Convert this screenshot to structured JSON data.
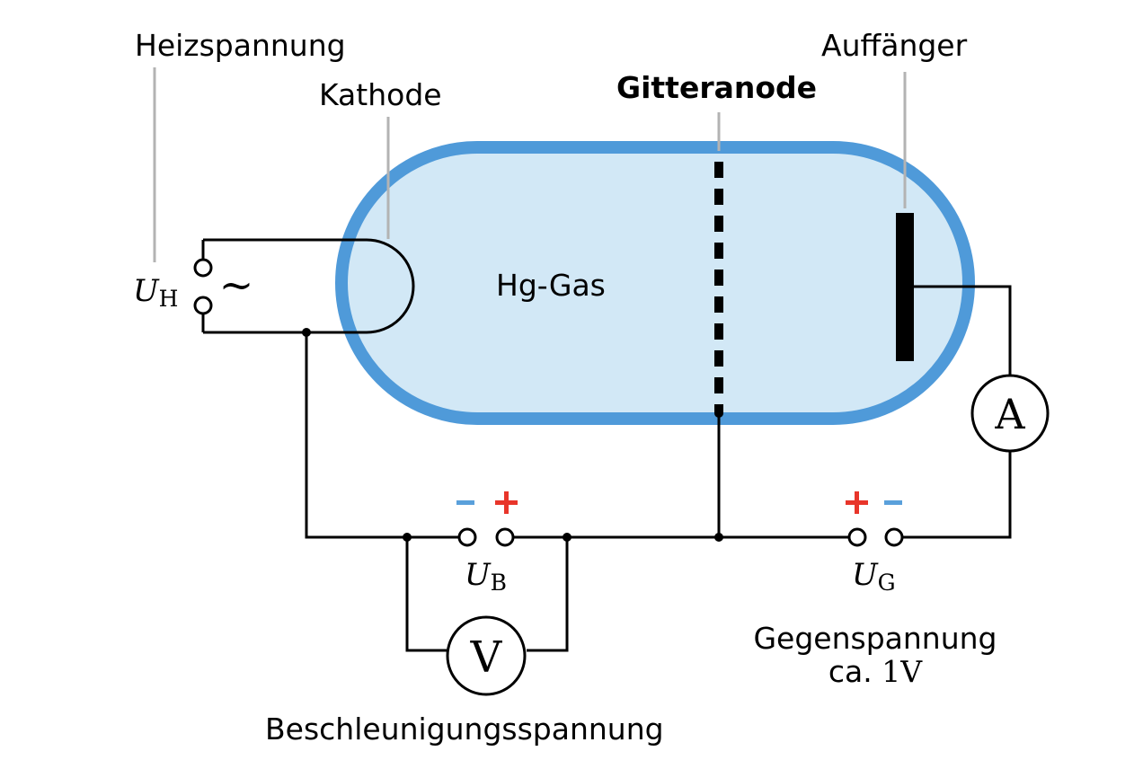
{
  "labels": {
    "heater_voltage": "Heizspannung",
    "cathode": "Kathode",
    "grid_anode": "Gitteranode",
    "collector": "Auffänger",
    "gas": "Hg-Gas",
    "accel_voltage": "Beschleunigungsspannung",
    "counter_voltage_line1": "Gegenspannung",
    "counter_voltage_line2_prefix": "ca. ",
    "counter_voltage_line2_value": "1V"
  },
  "symbols": {
    "U": "U",
    "sub_H": "H",
    "sub_B": "B",
    "sub_G": "G",
    "ac": "~",
    "voltmeter": "V",
    "ammeter": "A",
    "plus": "+",
    "minus": "–"
  },
  "colors": {
    "tube_border": "#4f9ad9",
    "tube_fill": "#d2e8f6",
    "plus": "#e8352a",
    "minus": "#5aa0db",
    "lead_lines": "#b3b3b3",
    "wire": "#000000"
  }
}
